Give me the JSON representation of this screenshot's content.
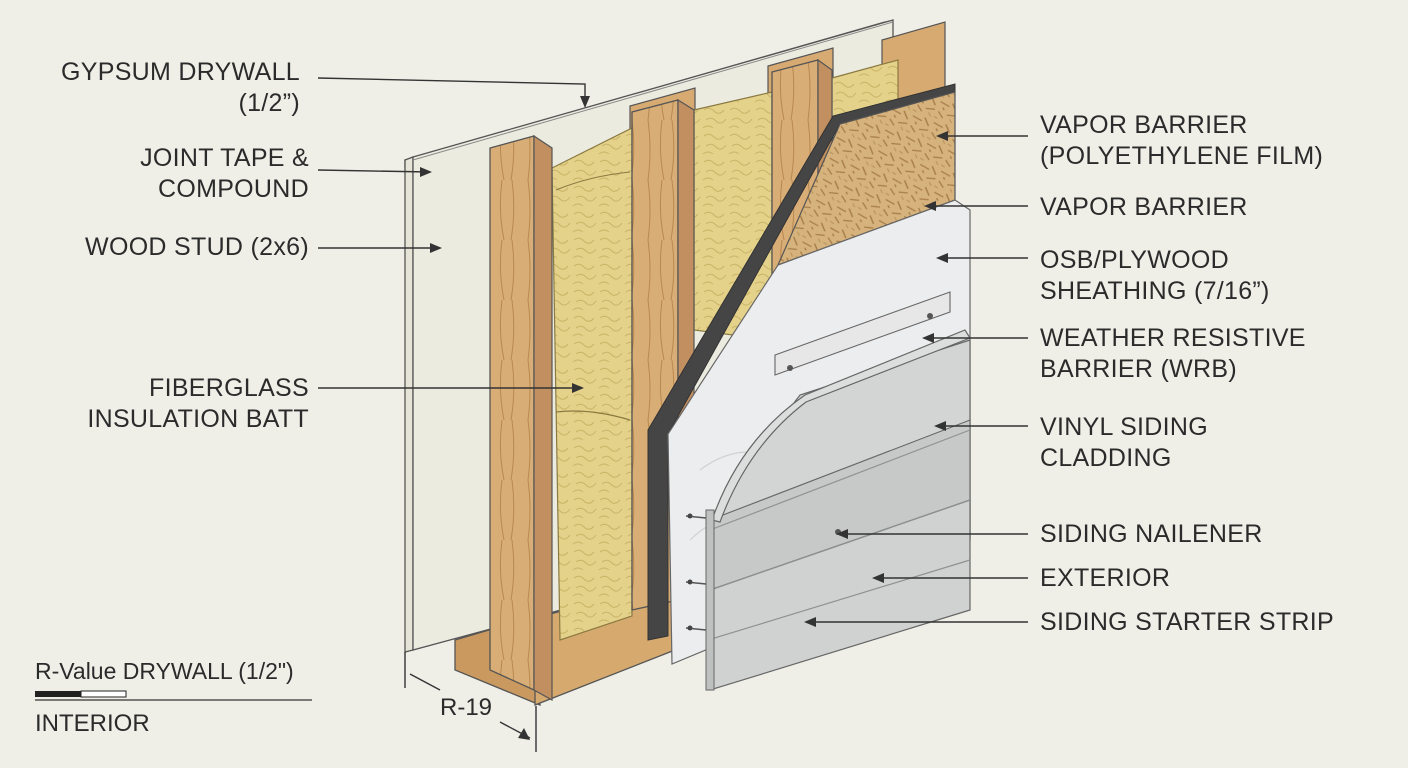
{
  "labels": {
    "gypsum": [
      "GYPSUM DRYWALL",
      "(1/2”)"
    ],
    "joint_tape": [
      "JOINT TAPE &",
      "COMPOUND"
    ],
    "wood_stud": [
      "WOOD STUD (2x6)"
    ],
    "fiberglass": [
      "FIBERGLASS",
      "INSULATION BATT"
    ],
    "vapor_barrier_film": [
      "VAPOR BARRIER",
      "(POLYETHYLENE FILM)"
    ],
    "vapor_barrier": [
      "VAPOR BARRIER"
    ],
    "osb": [
      "OSB/PLYWOOD",
      "SHEATHING (7/16”)"
    ],
    "wrb": [
      "WEATHER RESISTIVE",
      "BARRIER (WRB)"
    ],
    "vinyl": [
      "VINYL SIDING",
      "CLADDING"
    ],
    "nailener": [
      "SIDING NAILENER"
    ],
    "exterior": [
      "EXTERIOR"
    ],
    "starter": [
      "SIDING STARTER STRIP"
    ]
  },
  "scale": {
    "title": "R-Value DRYWALL (1/2\")",
    "interior": "INTERIOR",
    "rvalue": "R-19"
  },
  "colors": {
    "background": "#efefe8",
    "drywall": "#ecebe0",
    "stud": "#d7aa72",
    "insulation": "#e3d088",
    "osb": "#d4b07a",
    "wrb": "#ecedee",
    "membrane": "#454545",
    "siding": "#d3d5d5"
  }
}
